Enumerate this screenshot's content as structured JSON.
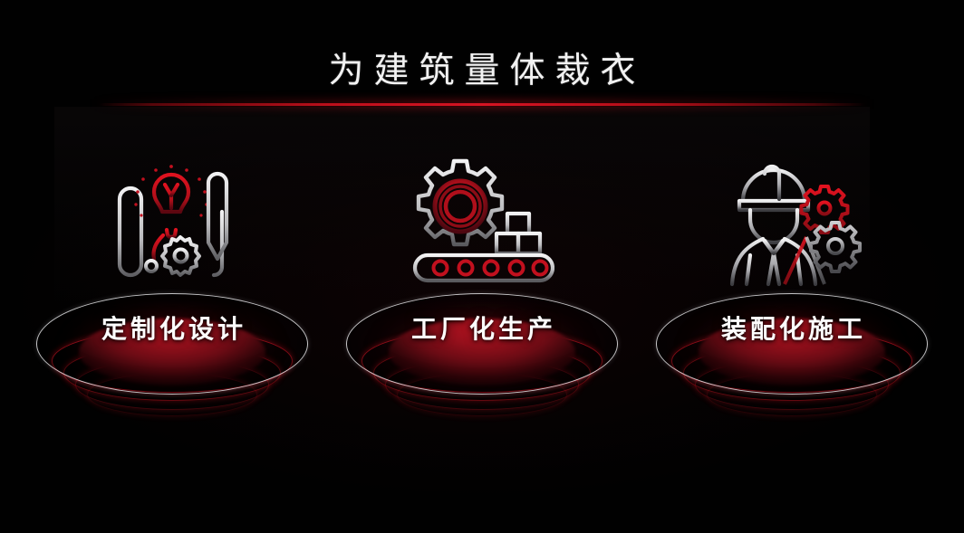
{
  "slide": {
    "background_color": "#000000",
    "accent_color": "#c4101c",
    "title": "为建筑量体裁衣"
  },
  "divider": {
    "name": "red-gradient-divider"
  },
  "cards": [
    {
      "id": "custom-design",
      "caption": "定制化设计",
      "icon_name": "blueprint-lightbulb-pencil-icon",
      "icon_accent": "#c2101e"
    },
    {
      "id": "factory-production",
      "caption": "工厂化生产",
      "icon_name": "gear-conveyor-belt-icon",
      "icon_accent": "#c2101e"
    },
    {
      "id": "assembly-construction",
      "caption": "装配化施工",
      "icon_name": "construction-worker-gears-icon",
      "icon_accent": "#d01422"
    }
  ]
}
